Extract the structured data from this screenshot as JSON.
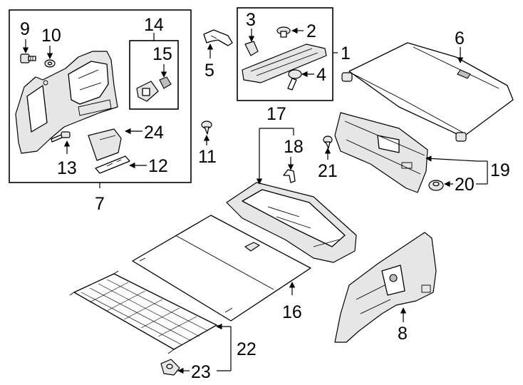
{
  "diagram": {
    "callouts": {
      "c1": "1",
      "c2": "2",
      "c3": "3",
      "c4": "4",
      "c5": "5",
      "c6": "6",
      "c7": "7",
      "c8": "8",
      "c9": "9",
      "c10": "10",
      "c11": "11",
      "c12": "12",
      "c13": "13",
      "c14": "14",
      "c15": "15",
      "c16": "16",
      "c17": "17",
      "c18": "18",
      "c19": "19",
      "c20": "20",
      "c21": "21",
      "c22": "22",
      "c23": "23",
      "c24": "24"
    },
    "colors": {
      "line": "#000000",
      "background": "#ffffff",
      "shade": "#e6e6e6"
    }
  }
}
